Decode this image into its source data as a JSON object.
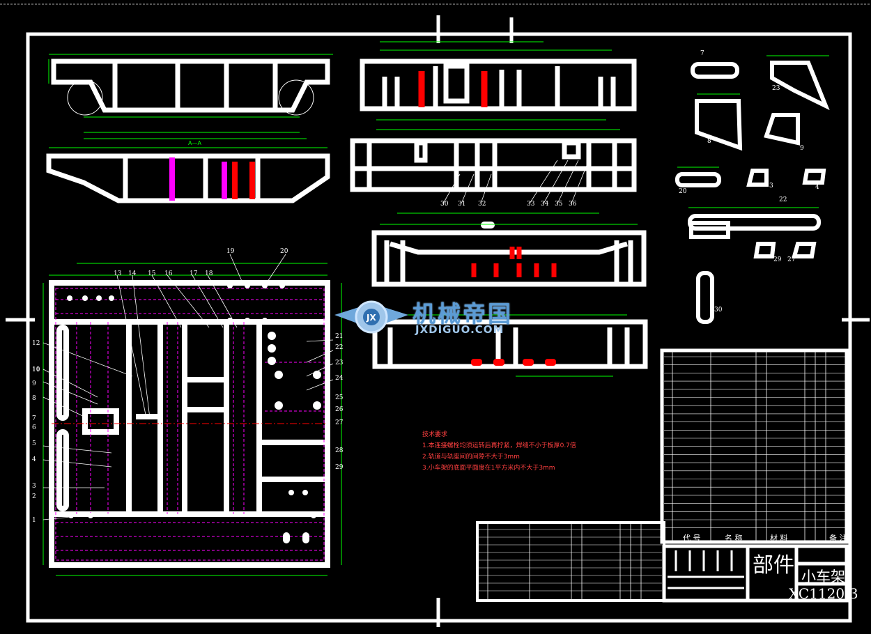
{
  "drawing": {
    "part_type": "部件",
    "part_name": "小车架",
    "drawing_number": "XC1120-3"
  },
  "section_mark": "A—A",
  "tech_requirements": {
    "title": "技术要求",
    "items": [
      "1.本连接螺栓均须运转后再拧紧，焊缝不小于板厚0.7倍",
      "2.轨道与轨座间的间隙不大于3mm",
      "3.小车架的底面平面度在1平方米内不大于3mm"
    ]
  },
  "bom_header": {
    "code": "代 号",
    "name": "名 称",
    "material": "材 料",
    "note": "备 注"
  },
  "balloons": [
    "1",
    "2",
    "3",
    "4",
    "5",
    "6",
    "7",
    "8",
    "9",
    "10",
    "11",
    "12",
    "13",
    "14",
    "15",
    "16",
    "17",
    "18",
    "19",
    "20",
    "21",
    "22",
    "23",
    "24",
    "25",
    "26",
    "27",
    "28",
    "29"
  ],
  "right_view_labels": [
    "30",
    "31",
    "32",
    "33",
    "34",
    "35",
    "36"
  ],
  "detail_labels": [
    "7",
    "23",
    "8",
    "9",
    "3",
    "4",
    "20",
    "22",
    "29",
    "27",
    "30"
  ],
  "watermark": {
    "title": "机械帝国",
    "url": "JXDIGUO.COM"
  }
}
